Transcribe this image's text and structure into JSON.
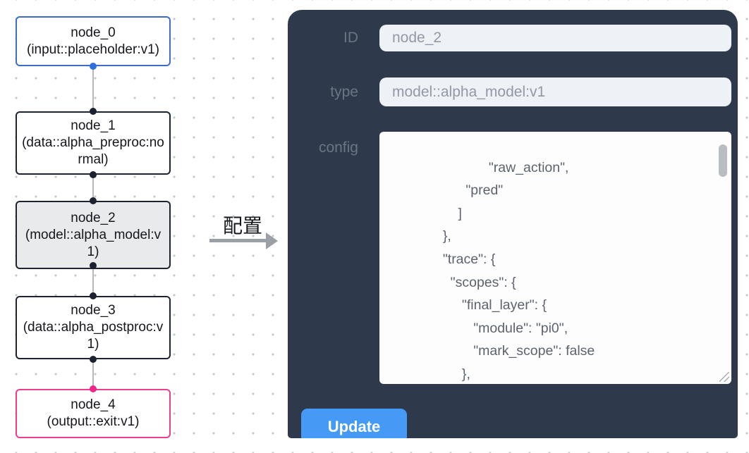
{
  "flow": {
    "nodes": [
      {
        "id": "node_0",
        "type": "(input::placeholder:v1)"
      },
      {
        "id": "node_1",
        "type": "(data::alpha_preproc:normal)"
      },
      {
        "id": "node_2",
        "type": "(model::alpha_model:v1)"
      },
      {
        "id": "node_3",
        "type": "(data::alpha_postproc:v1)"
      },
      {
        "id": "node_4",
        "type": "(output::exit:v1)"
      }
    ]
  },
  "transition": {
    "label": "配置"
  },
  "panel": {
    "id_label": "ID",
    "id_value": "node_2",
    "type_label": "type",
    "type_value": "model::alpha_model:v1",
    "config_label": "config",
    "config_value": "                    \"raw_action\",\n                    \"pred\"\n                  ]\n              },\n              \"trace\": {\n                \"scopes\": {\n                   \"final_layer\": {\n                      \"module\": \"pi0\",\n                      \"mark_scope\": false\n                   },\n                   \"action_model\": {",
    "update_label": "Update"
  },
  "colors": {
    "panel_bg": "#2e3a4c",
    "accent_blue": "#459af5",
    "input_node_border": "#3f6cc8",
    "output_node_border": "#ed3d8d",
    "selected_node_bg": "#e9eaec",
    "input_field_bg": "#eef1f6"
  }
}
